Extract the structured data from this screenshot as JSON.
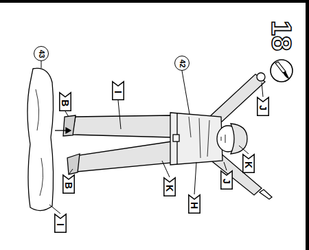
{
  "diagram": {
    "nodes": [
      {
        "text": [
          "43"
        ]
      },
      {
        "text": [
          "42"
        ]
      },
      {
        "text": [
          "J"
        ]
      },
      {
        "text": [
          "I"
        ]
      },
      {
        "text": [
          "B"
        ]
      },
      {
        "text": [
          "K"
        ]
      },
      {
        "text": [
          "J"
        ]
      },
      {
        "text": [
          "H"
        ]
      },
      {
        "text": [
          "K"
        ]
      },
      {
        "text": [
          "B"
        ]
      },
      {
        "text": [
          "I"
        ]
      }
    ],
    "labels": [
      "18"
    ]
  }
}
